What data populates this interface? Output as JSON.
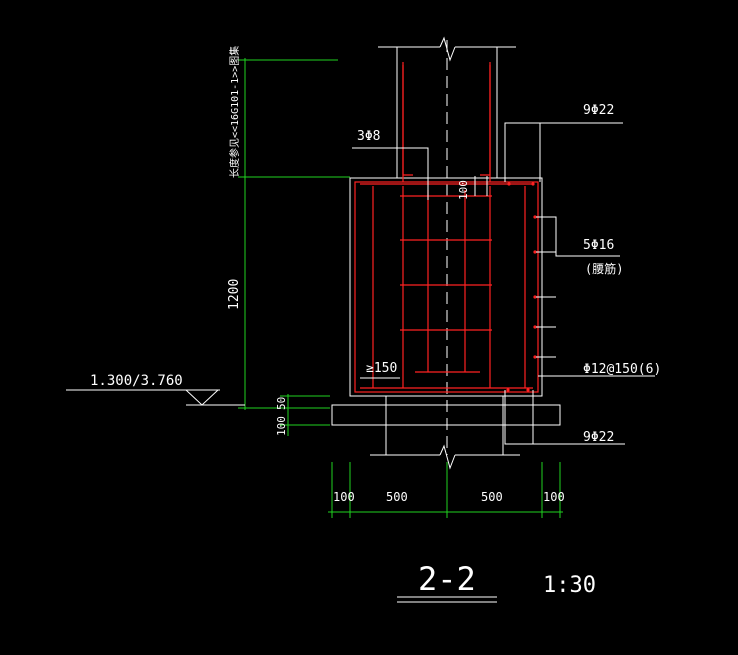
{
  "colors": {
    "background": "#000000",
    "outline": "#ffffff",
    "dimension": "#1fd21f",
    "rebar": "#ff2222"
  },
  "labels": {
    "top_bars": "9Φ22",
    "stirrup_top": "3Φ8",
    "side_bars": "5Φ16",
    "side_bars_note": "(腰筋)",
    "stirrups": "Φ12@150(6)",
    "bottom_bars": "9Φ22",
    "cover": "≥150",
    "embed": "100",
    "elevation": "1.300/3.760",
    "anchorage_note": "长度参见<<16G101-1>>图集"
  },
  "dims": {
    "height": "1200",
    "bed_top": "50",
    "bed_bottom": "100",
    "bottom": [
      "100",
      "500",
      "500",
      "100"
    ]
  },
  "title": {
    "name": "2-2",
    "scale": "1:30"
  }
}
